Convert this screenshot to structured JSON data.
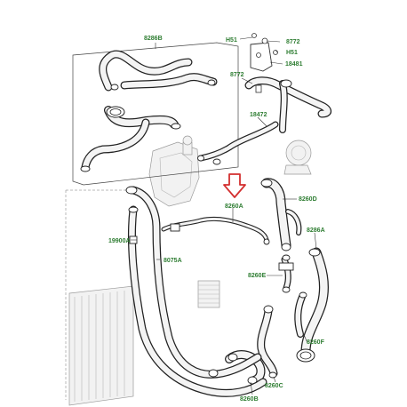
{
  "diagram": {
    "highlight_color": "#d32f2f",
    "label_color": "#2e7d32",
    "labels": {
      "l8286B_top": "8286B",
      "lH51_a": "H51",
      "l8772_a": "8772",
      "lH51_b": "H51",
      "l18481": "18481",
      "l8772_b": "8772",
      "l18472": "18472",
      "l8260A": "8260A",
      "l8260D": "8260D",
      "l19900A": "19900A",
      "l8075A": "8075A",
      "l8286A": "8286A",
      "l8260E": "8260E",
      "l8260F": "8260F",
      "l8260C": "8260C",
      "l8260B": "8260B"
    },
    "highlight_arrow_icon": "down-arrow-icon"
  }
}
